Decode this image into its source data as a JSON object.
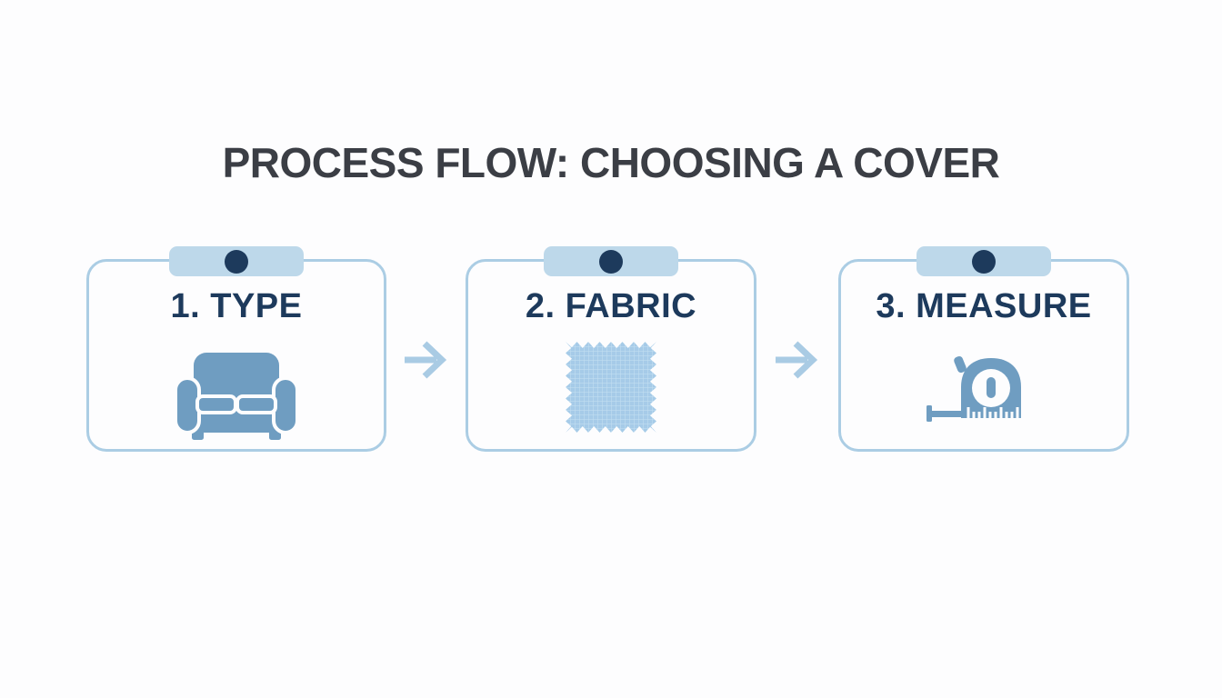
{
  "title": "PROCESS FLOW: CHOOSING A COVER",
  "steps": [
    {
      "label": "1. TYPE",
      "icon": "sofa-icon"
    },
    {
      "label": "2. FABRIC",
      "icon": "fabric-swatch-icon"
    },
    {
      "label": "3. MEASURE",
      "icon": "tape-measure-icon"
    }
  ],
  "connectors": [
    {
      "icon": "right-arrow-icon"
    },
    {
      "icon": "right-arrow-icon"
    }
  ],
  "colors": {
    "background": "#fdfdfe",
    "title_text": "#3b3e45",
    "step_text": "#1d3a5c",
    "card_border": "#abcde4",
    "tab_fill": "#bdd8ea",
    "tab_dot": "#1d3a5c",
    "icon_blue": "#6f9dc1",
    "fabric_fill": "#a6cbe8",
    "fabric_grid_line": "#c6e0f2",
    "arrow": "#a9cbe4"
  }
}
